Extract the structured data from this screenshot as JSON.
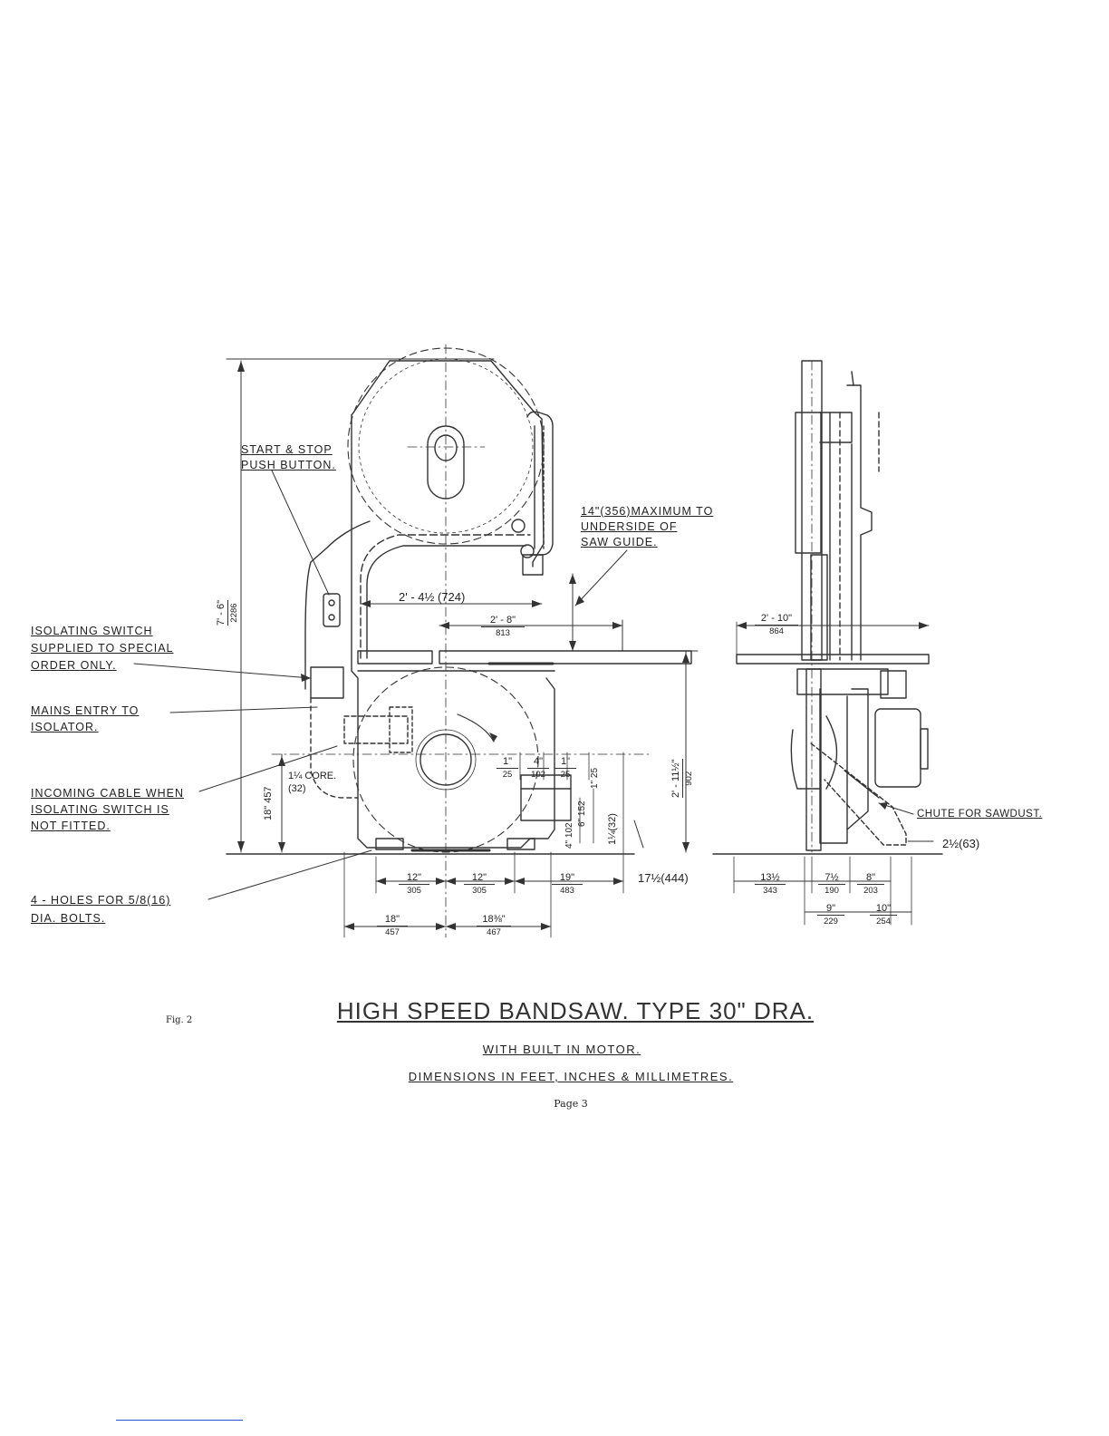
{
  "title": "HIGH SPEED BANDSAW. TYPE 30\" DRA.",
  "subtitle_1": "WITH BUILT IN MOTOR.",
  "subtitle_2": "DIMENSIONS IN FEET, INCHES & MILLIMETRES.",
  "figure_label": "Fig. 2",
  "page_label": "Page 3",
  "callouts": {
    "start_stop_1": "START & STOP",
    "start_stop_2": "PUSH BUTTON.",
    "max_1": "14\"(356)MAXIMUM TO",
    "max_2": "UNDERSIDE OF",
    "max_3": "SAW GUIDE.",
    "isolating_1": "ISOLATING SWITCH",
    "isolating_2": "SUPPLIED TO SPECIAL",
    "isolating_3": "ORDER ONLY.",
    "mains_1": "MAINS ENTRY TO",
    "mains_2": "ISOLATOR.",
    "cable_1": "INCOMING CABLE WHEN",
    "cable_2": "ISOLATING SWITCH IS",
    "cable_3": "NOT FITTED.",
    "holes_1": "4 - HOLES FOR 5/8(16)",
    "holes_2": "DIA. BOLTS.",
    "chute": "CHUTE FOR SAWDUST.",
    "core": "1¼ CORE.",
    "core_mm": "(32)"
  },
  "dimensions": {
    "height_total": "7' - 6\"",
    "height_total_mm": "2286",
    "throat": "2' - 4½ (724)",
    "table_width": "2' - 8\"",
    "table_width_mm": "813",
    "table_height": "2' - 11½\"",
    "table_height_mm": "902",
    "side_table": "2' - 10\"",
    "side_table_mm": "864",
    "base_height": "18\" 457",
    "wheel_offset": "17½(444)",
    "d_1in_a": "1\"",
    "d_1in_a_mm": "25",
    "d_4in": "4\"",
    "d_4in_mm": "102",
    "d_1in_b": "1\"",
    "d_1in_b_mm": "25",
    "d_1in_v": "1\" 25",
    "d_6in": "6\" 152",
    "d_4in_v": "4\" 102",
    "d_1q": "1¼(32)",
    "base_12a": "12\"",
    "base_12a_mm": "305",
    "base_12b": "12\"",
    "base_12b_mm": "305",
    "base_19": "19\"",
    "base_19_mm": "483",
    "base_18": "18\"",
    "base_18_mm": "457",
    "base_18_3_8": "18⅜\"",
    "base_18_3_8_mm": "467",
    "side_13": "13½",
    "side_13_mm": "343",
    "side_7": "7½",
    "side_7_mm": "190",
    "side_8": "8\"",
    "side_8_mm": "203",
    "side_9": "9\"",
    "side_9_mm": "229",
    "side_10": "10\"",
    "side_10_mm": "254",
    "side_2half": "2½(63)"
  }
}
